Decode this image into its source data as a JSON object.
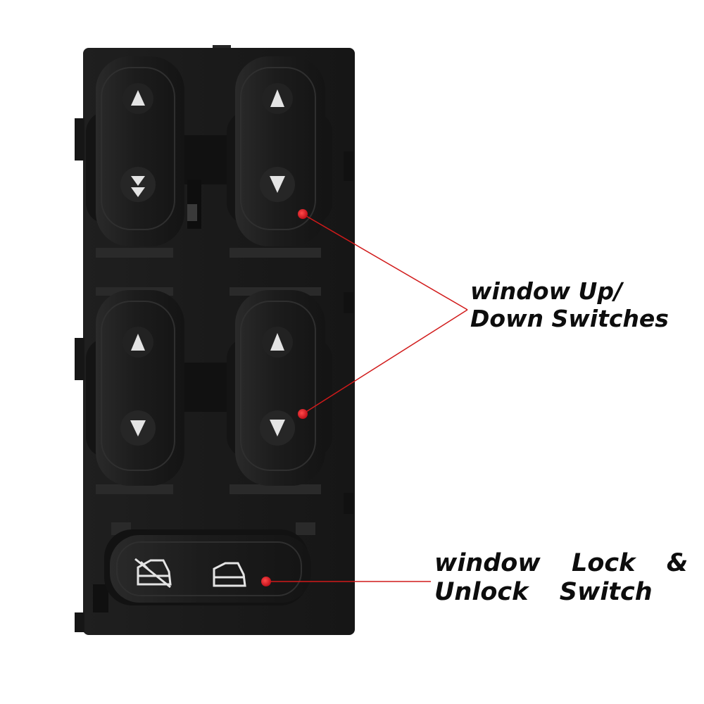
{
  "labels": {
    "updown": {
      "line1": "window Up/",
      "line2": "Down Switches"
    },
    "lock": {
      "line1": "window  Lock  &",
      "line2": "Unlock  Switch"
    }
  },
  "colors": {
    "background": "#ffffff",
    "housing": "#1b1b1b",
    "button": "#1e1e1e",
    "symbol": "#e4e4e4",
    "pointer_line": "#d11a1a",
    "pointer_dot": "#e0141e",
    "label_text": "#0d0d0d"
  },
  "icons": [
    "up-arrow-icon",
    "down-arrow-icon",
    "auto-down-arrow-icon",
    "window-lock-icon",
    "window-unlock-icon"
  ]
}
